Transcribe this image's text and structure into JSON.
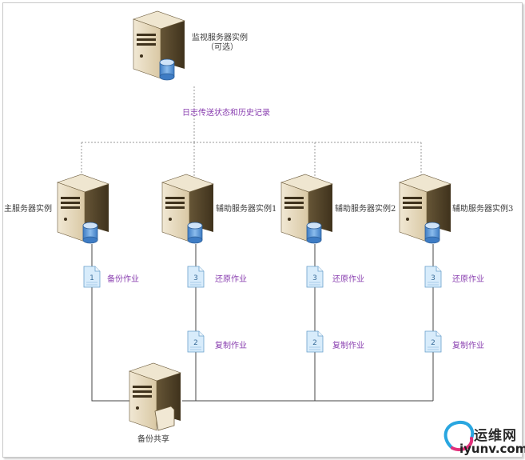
{
  "servers": {
    "monitor_name": "监视服务器实例",
    "monitor_optional": "（可选）",
    "primary_name": "主服务器实例",
    "secondary1_name": "辅助服务器实例1",
    "secondary2_name": "辅助服务器实例2",
    "secondary3_name": "辅助服务器实例3",
    "share_name": "备份共享"
  },
  "links": {
    "monitor_label": "日志传送状态和历史记录"
  },
  "jobs": {
    "backup_job": "备份作业",
    "restore_job": "还原作业",
    "copy_job": "复制作业",
    "doc_num_backup": "1",
    "doc_num_copy": "2",
    "doc_num_restore": "3"
  },
  "watermark": {
    "brand_cn": "运维网",
    "url": "iyunv.com"
  },
  "colors": {
    "server_body": "#e8dcc0",
    "server_dark": "#5a4a2c",
    "disk": "#5a96d8",
    "doc_fill": "#d8ecfb",
    "doc_stroke": "#6aa0cc",
    "label_purple": "#8a3fb0",
    "line": "#444444",
    "dotted_line": "#9a9a9a"
  }
}
